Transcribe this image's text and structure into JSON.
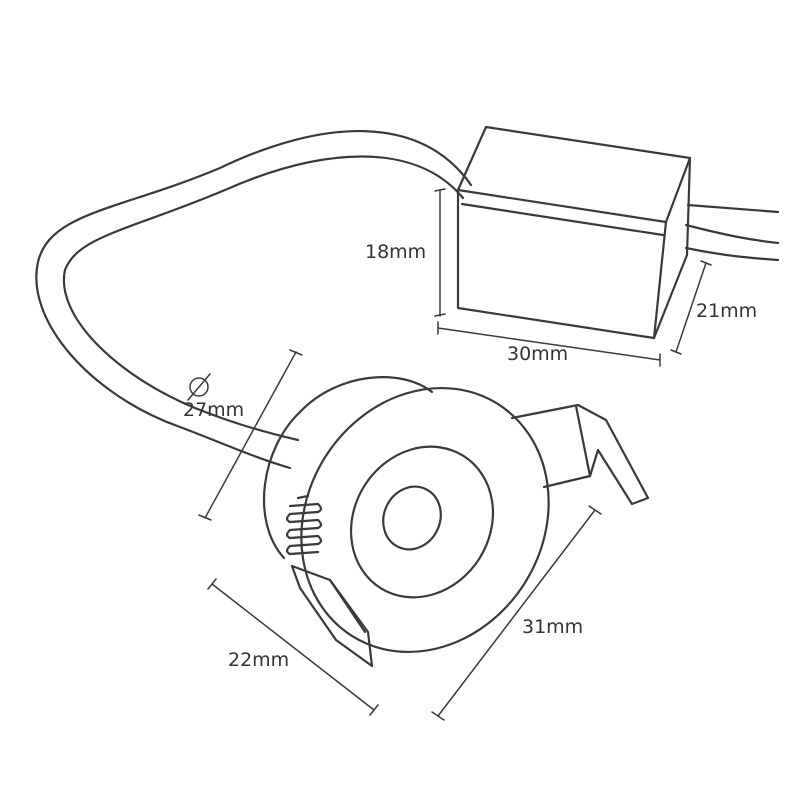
{
  "drawing": {
    "line_color": "#3a3a3a",
    "background": "#ffffff",
    "dimensions": {
      "driver_height": "18mm",
      "driver_length": "30mm",
      "driver_width": "21mm",
      "housing_diameter": "27mm",
      "face_diameter": "31mm",
      "depth": "22mm"
    }
  }
}
